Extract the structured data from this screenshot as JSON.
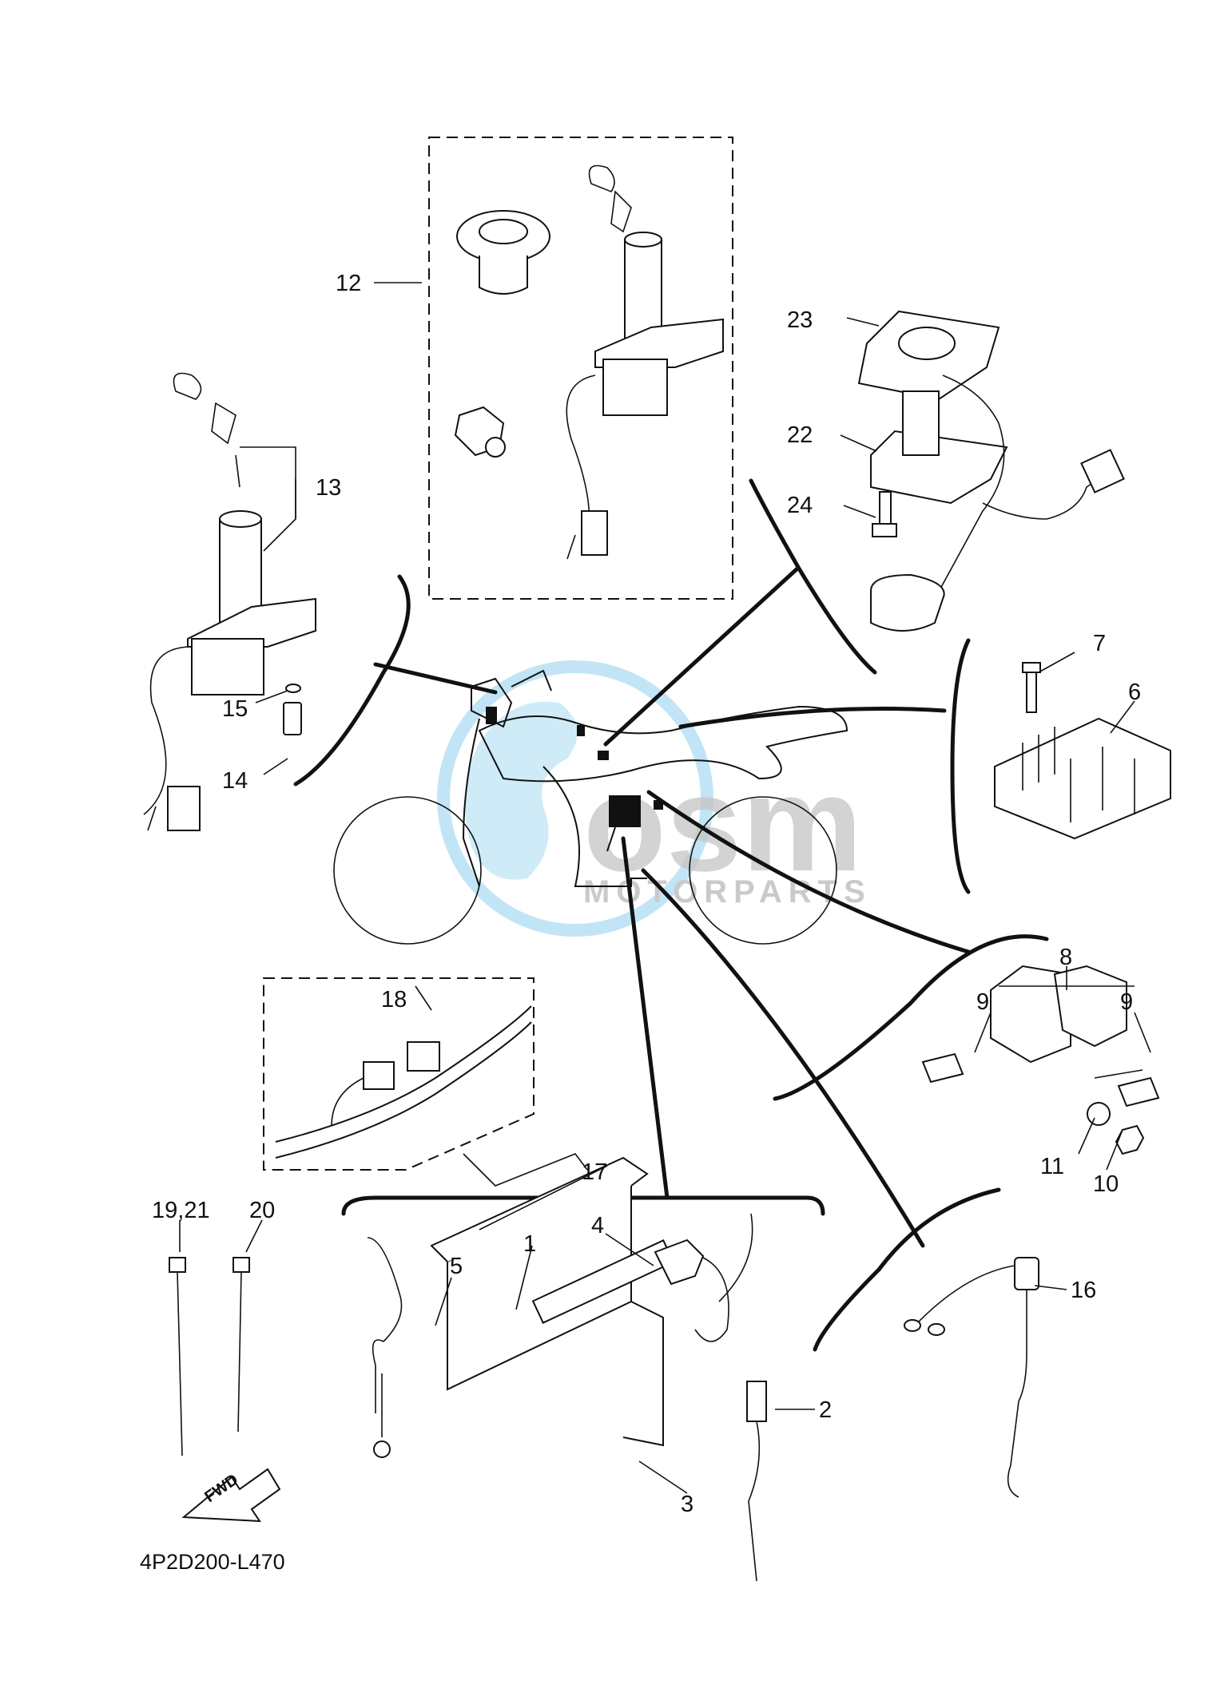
{
  "diagram_code": "4P2D200-L470",
  "fwd_label": "FWD",
  "watermark": {
    "primary": "osm",
    "secondary": "MOTORPARTS",
    "color": "#2a9fd8"
  },
  "callouts": {
    "c1": "1",
    "c2": "2",
    "c3": "3",
    "c4": "4",
    "c5": "5",
    "c6": "6",
    "c7": "7",
    "c8": "8",
    "c9a": "9",
    "c9b": "9",
    "c10": "10",
    "c11": "11",
    "c12": "12",
    "c13": "13",
    "c14": "14",
    "c15": "15",
    "c16": "16",
    "c17": "17",
    "c18": "18",
    "c19_21": "19,21",
    "c20": "20",
    "c22": "22",
    "c23": "23",
    "c24": "24"
  }
}
